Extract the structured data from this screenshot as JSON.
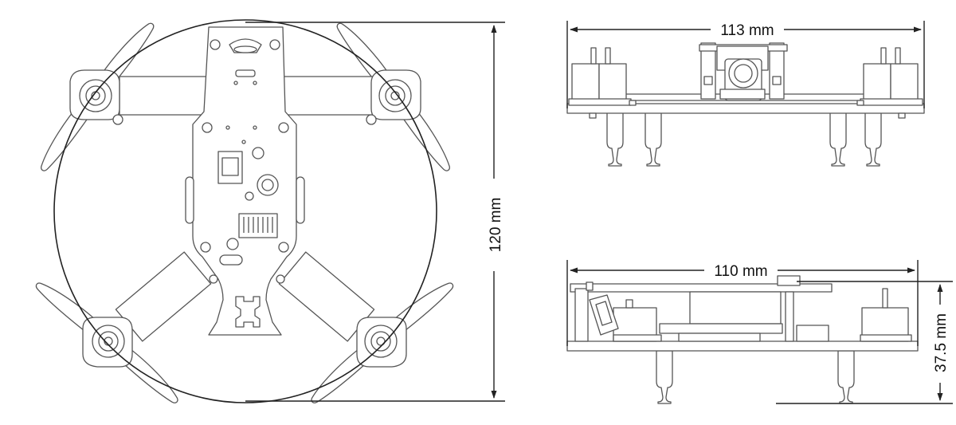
{
  "dimensions": {
    "height_top_view": "120 mm",
    "width_front_view": "113 mm",
    "length_side_view": "110 mm",
    "height_side_view": "37.5 mm"
  },
  "colors": {
    "line": "#222222",
    "part_line": "#555555",
    "fill": "#ffffff",
    "background": "#ffffff"
  }
}
